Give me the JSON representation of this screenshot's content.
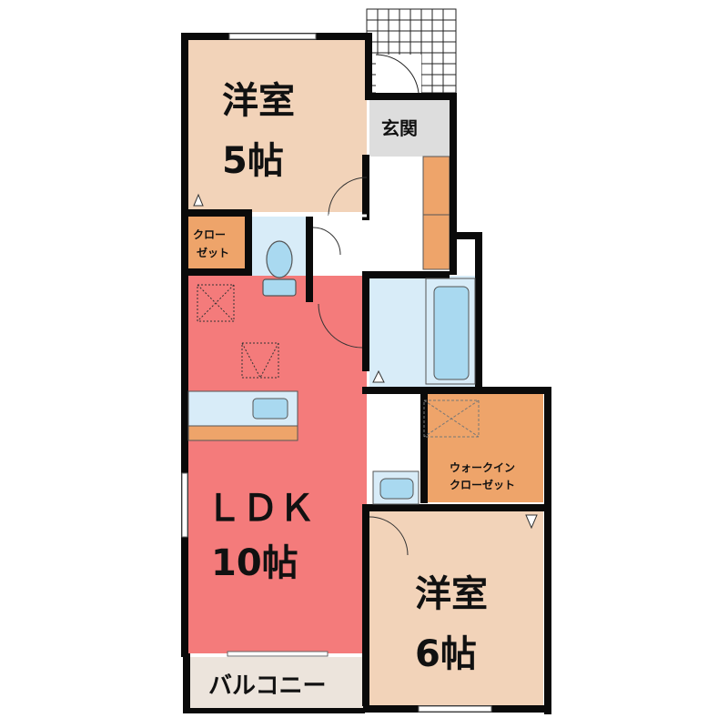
{
  "rooms": {
    "western_room_5": {
      "name": "洋室",
      "size": "5帖"
    },
    "entrance": {
      "name": "玄関"
    },
    "closet": {
      "line1": "クロー",
      "line2": "ゼット"
    },
    "ldk": {
      "name": "ＬＤＫ",
      "size": "10帖"
    },
    "walk_in_closet": {
      "line1": "ウォークイン",
      "line2": "クローゼット"
    },
    "western_room_6": {
      "name": "洋室",
      "size": "6帖"
    },
    "balcony": {
      "name": "バルコニー"
    }
  },
  "colors": {
    "bedroom": "#f2d3b9",
    "ldk": "#f47b7b",
    "closet": "#eea46a",
    "water": "#d8ecf8",
    "fixture": "#a9d9f0",
    "entrance": "#dddddd",
    "balcony": "#ece4dc",
    "wall": "#0a0a0a"
  }
}
